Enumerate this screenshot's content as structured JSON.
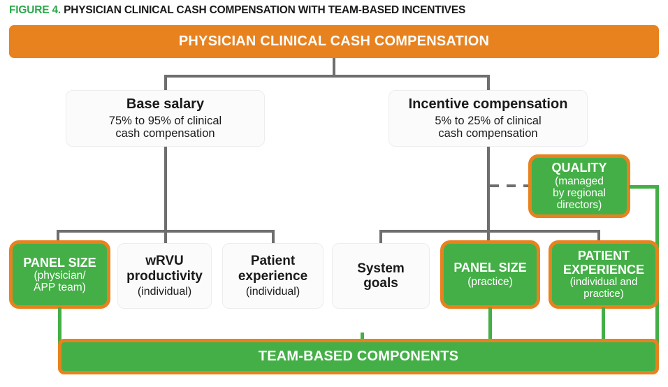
{
  "figure": {
    "label": "FIGURE 4.",
    "title": "PHYSICIAN CLINICAL CASH COMPENSATION WITH TEAM-BASED INCENTIVES"
  },
  "colors": {
    "orange": "#E8821E",
    "green": "#44AF47",
    "title_green": "#2BA84A",
    "line_gray": "#6E6E6E",
    "box_gray": "#FBFBFB",
    "text_dark": "#1A1A1A",
    "text_white": "#FFFFFF"
  },
  "header": {
    "title": "PHYSICIAN CLINICAL CASH COMPENSATION"
  },
  "level2": [
    {
      "id": "base-salary",
      "heading": "Base salary",
      "line1": "75% to 95% of clinical",
      "line2": "cash compensation"
    },
    {
      "id": "incentive-compensation",
      "heading": "Incentive compensation",
      "line1": "5% to 25% of clinical",
      "line2": "cash compensation"
    }
  ],
  "quality": {
    "heading": "QUALITY",
    "line1": "(managed",
    "line2": "by regional",
    "line3": "directors)"
  },
  "base_children": [
    {
      "id": "panel-size-physician-app-team",
      "style": "green",
      "heading": "PANEL SIZE",
      "line1": "(physician/",
      "line2": "APP team)"
    },
    {
      "id": "wrvu-productivity",
      "style": "plain",
      "heading1": "wRVU",
      "heading2": "productivity",
      "line1": "(individual)"
    },
    {
      "id": "patient-experience-individual",
      "style": "plain",
      "heading1": "Patient",
      "heading2": "experience",
      "line1": "(individual)"
    }
  ],
  "incentive_children": [
    {
      "id": "system-goals",
      "style": "plain",
      "heading1": "System",
      "heading2": "goals"
    },
    {
      "id": "panel-size-practice",
      "style": "green",
      "heading": "PANEL SIZE",
      "line1": "(practice)"
    },
    {
      "id": "patient-experience-individual-and-practice",
      "style": "green",
      "heading1": "PATIENT",
      "heading2": "EXPERIENCE",
      "line1": "(individual and",
      "line2": "practice)"
    }
  ],
  "footer": {
    "title": "TEAM-BASED COMPONENTS"
  }
}
